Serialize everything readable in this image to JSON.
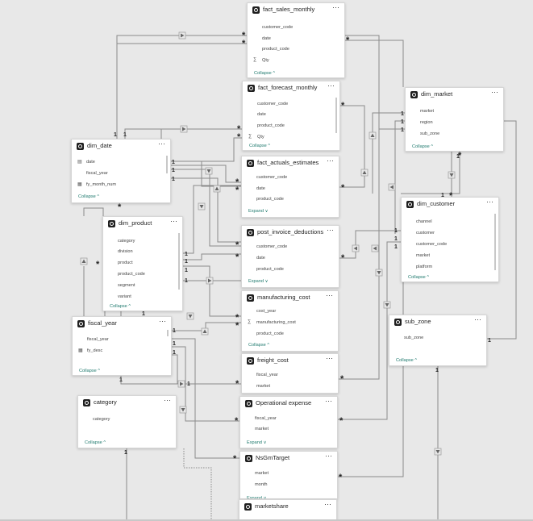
{
  "tables": [
    {
      "key": "fact_sales_monthly",
      "title": "fact_sales_monthly",
      "more": "···",
      "toggle": "Collapse ^",
      "fields": [
        {
          "name": "customer_code",
          "icon": ""
        },
        {
          "name": "date",
          "icon": ""
        },
        {
          "name": "product_code",
          "icon": ""
        },
        {
          "name": "Qty",
          "icon": "∑"
        }
      ]
    },
    {
      "key": "fact_forecast_monthly",
      "title": "fact_forecast_monthly",
      "more": "···",
      "toggle": "Collapse ^",
      "fields": [
        {
          "name": "customer_code",
          "icon": ""
        },
        {
          "name": "date",
          "icon": ""
        },
        {
          "name": "product_code",
          "icon": ""
        },
        {
          "name": "Qty",
          "icon": "∑"
        }
      ]
    },
    {
      "key": "fact_actuals_estimates",
      "title": "fact_actuals_estimates",
      "more": "···",
      "toggle": "Expand ∨",
      "fields": [
        {
          "name": "customer_code",
          "icon": ""
        },
        {
          "name": "date",
          "icon": ""
        },
        {
          "name": "product_code",
          "icon": ""
        }
      ]
    },
    {
      "key": "post_invoice_deductions",
      "title": "post_invoice_deductions",
      "more": "···",
      "toggle": "Expand ∨",
      "fields": [
        {
          "name": "customer_code",
          "icon": ""
        },
        {
          "name": "date",
          "icon": ""
        },
        {
          "name": "product_code",
          "icon": ""
        }
      ]
    },
    {
      "key": "manufacturing_cost",
      "title": "manufacturing_cost",
      "more": "···",
      "toggle": "Collapse ^",
      "fields": [
        {
          "name": "cost_year",
          "icon": ""
        },
        {
          "name": "manufacturing_cost",
          "icon": "∑"
        },
        {
          "name": "product_code",
          "icon": ""
        }
      ]
    },
    {
      "key": "freight_cost",
      "title": "freight_cost",
      "more": "···",
      "toggle": "",
      "fields": [
        {
          "name": "fiscal_year",
          "icon": ""
        },
        {
          "name": "market",
          "icon": ""
        }
      ]
    },
    {
      "key": "operational_expense",
      "title": "Operational expense",
      "more": "···",
      "toggle": "Expand ∨",
      "fields": [
        {
          "name": "fiscal_year",
          "icon": ""
        },
        {
          "name": "market",
          "icon": ""
        }
      ]
    },
    {
      "key": "nsgmtarget",
      "title": "NsGmTarget",
      "more": "···",
      "toggle": "Expand ∨",
      "fields": [
        {
          "name": "market",
          "icon": ""
        },
        {
          "name": "month",
          "icon": ""
        }
      ]
    },
    {
      "key": "marketshare",
      "title": "marketshare",
      "more": "···",
      "toggle": "",
      "fields": []
    },
    {
      "key": "dim_date",
      "title": "dim_date",
      "more": "···",
      "toggle": "Collapse ^",
      "fields": [
        {
          "name": "date",
          "icon": "▤"
        },
        {
          "name": "fiscal_year",
          "icon": ""
        },
        {
          "name": "fy_month_num",
          "icon": "▦"
        }
      ]
    },
    {
      "key": "dim_product",
      "title": "dim_product",
      "more": "···",
      "toggle": "Collapse ^",
      "fields": [
        {
          "name": "category",
          "icon": ""
        },
        {
          "name": "division",
          "icon": ""
        },
        {
          "name": "product",
          "icon": ""
        },
        {
          "name": "product_code",
          "icon": ""
        },
        {
          "name": "segment",
          "icon": ""
        },
        {
          "name": "variant",
          "icon": ""
        }
      ]
    },
    {
      "key": "fiscal_year",
      "title": "fiscal_year",
      "more": "···",
      "toggle": "Collapse ^",
      "fields": [
        {
          "name": "fiscal_year",
          "icon": ""
        },
        {
          "name": "fy_desc",
          "icon": "▦"
        }
      ]
    },
    {
      "key": "category",
      "title": "category",
      "more": "···",
      "toggle": "Collapse ^",
      "fields": [
        {
          "name": "category",
          "icon": ""
        }
      ]
    },
    {
      "key": "dim_market",
      "title": "dim_market",
      "more": "···",
      "toggle": "Collapse ^",
      "fields": [
        {
          "name": "market",
          "icon": ""
        },
        {
          "name": "region",
          "icon": ""
        },
        {
          "name": "sub_zone",
          "icon": ""
        }
      ]
    },
    {
      "key": "dim_customer",
      "title": "dim_customer",
      "more": "···",
      "toggle": "Collapse ^",
      "fields": [
        {
          "name": "channel",
          "icon": ""
        },
        {
          "name": "customer",
          "icon": ""
        },
        {
          "name": "customer_code",
          "icon": ""
        },
        {
          "name": "market",
          "icon": ""
        },
        {
          "name": "platform",
          "icon": ""
        }
      ]
    },
    {
      "key": "sub_zone",
      "title": "sub_zone",
      "more": "···",
      "toggle": "Collapse ^",
      "fields": [
        {
          "name": "sub_zone",
          "icon": ""
        }
      ]
    }
  ],
  "relationships": [
    {
      "from": "dim_date",
      "to": "fact_sales_monthly",
      "from_card": "1",
      "to_card": "*"
    },
    {
      "from": "dim_date",
      "to": "fact_forecast_monthly",
      "from_card": "1",
      "to_card": "*"
    },
    {
      "from": "dim_date",
      "to": "fact_actuals_estimates",
      "from_card": "1",
      "to_card": "*"
    },
    {
      "from": "dim_date",
      "to": "post_invoice_deductions",
      "from_card": "1",
      "to_card": "*"
    },
    {
      "from": "dim_product",
      "to": "fact_actuals_estimates",
      "from_card": "1",
      "to_card": "*"
    },
    {
      "from": "dim_product",
      "to": "post_invoice_deductions",
      "from_card": "1",
      "to_card": "*"
    },
    {
      "from": "dim_product",
      "to": "manufacturing_cost",
      "from_card": "1",
      "to_card": "*"
    },
    {
      "from": "fiscal_year",
      "to": "freight_cost",
      "from_card": "1",
      "to_card": "*"
    },
    {
      "from": "fiscal_year",
      "to": "operational_expense",
      "from_card": "1",
      "to_card": "*"
    },
    {
      "from": "fiscal_year",
      "to": "nsgmtarget",
      "from_card": "1",
      "to_card": "*"
    },
    {
      "from": "dim_market",
      "to": "dim_customer",
      "from_card": "1",
      "to_card": "*"
    },
    {
      "from": "dim_customer",
      "to": "fact_sales_monthly",
      "from_card": "1",
      "to_card": "*"
    },
    {
      "from": "dim_customer",
      "to": "fact_forecast_monthly",
      "from_card": "1",
      "to_card": "*"
    },
    {
      "from": "dim_customer",
      "to": "fact_actuals_estimates",
      "from_card": "1",
      "to_card": "*"
    },
    {
      "from": "dim_customer",
      "to": "post_invoice_deductions",
      "from_card": "1",
      "to_card": "*"
    },
    {
      "from": "dim_market",
      "to": "freight_cost",
      "from_card": "1",
      "to_card": "*"
    },
    {
      "from": "dim_market",
      "to": "operational_expense",
      "from_card": "1",
      "to_card": "*"
    },
    {
      "from": "sub_zone",
      "to": "dim_market",
      "from_card": "1",
      "to_card": "*"
    }
  ]
}
